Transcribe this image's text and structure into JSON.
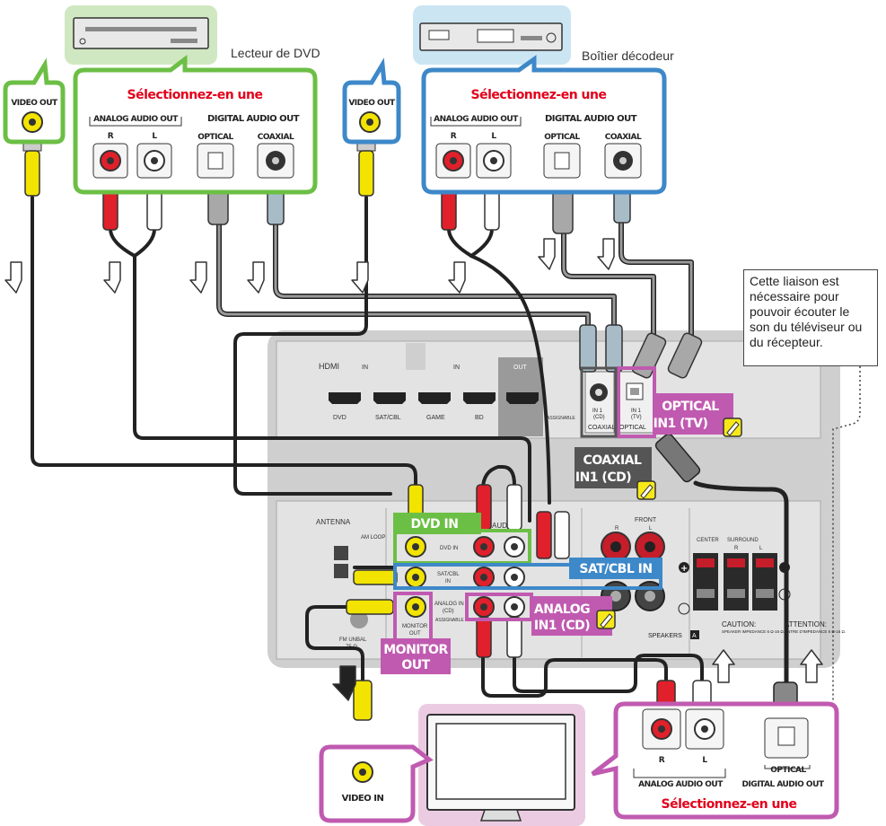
{
  "sources": {
    "dvd": {
      "name": "Lecteur de DVD",
      "video_out": "VIDEO OUT",
      "select_one": "Sélectionnez-en une",
      "analog_audio_out": "ANALOG AUDIO OUT",
      "digital_audio_out": "DIGITAL AUDIO OUT",
      "right": "R",
      "left": "L",
      "optical": "OPTICAL",
      "coaxial": "COAXIAL"
    },
    "decoder": {
      "name": "Boîtier décodeur",
      "video_out": "VIDEO OUT",
      "select_one": "Sélectionnez-en une",
      "analog_audio_out": "ANALOG AUDIO OUT",
      "digital_audio_out": "DIGITAL AUDIO OUT",
      "right": "R",
      "left": "L",
      "optical": "OPTICAL",
      "coaxial": "COAXIAL"
    }
  },
  "receiver": {
    "hdmi": "HDMI",
    "in_a": "IN",
    "in_b": "IN",
    "out": "OUT",
    "hdmi_ports": [
      "DVD",
      "SAT/CBL",
      "GAME",
      "BD"
    ],
    "assignable": "ASSIGNABLE",
    "coax_port_line1": "IN 1",
    "coax_port_line2": "(CD)",
    "coaxial": "COAXIAL",
    "opt_port_line1": "IN 1",
    "opt_port_line2": "(TV)",
    "optical": "OPTICAL",
    "antenna": "ANTENNA",
    "am_loop": "AM LOOP",
    "fm": "FM UNBAL",
    "ohm": "75 Ω",
    "dvd_in_small": "DVD IN",
    "satcbl_small_1": "SAT/CBL",
    "satcbl_small_2": "IN",
    "analog_in_small_1": "ANALOG IN",
    "analog_in_small_2": "(CD)",
    "assignable_small": "ASSIGNABLE",
    "monitor_small_1": "MONITOR",
    "monitor_small_2": "OUT",
    "audio_small": "AUDI",
    "front": "FRONT",
    "front_r": "R",
    "front_l": "L",
    "center": "CENTER",
    "surround": "SURROUND",
    "surround_r": "R",
    "surround_l": "L",
    "caution": "CAUTION:",
    "caution_sub": "SPEAKER IMPEDANCE 6 Ω-16 Ω.",
    "attention": "ATTENTION:",
    "attention_sub": "ENTRE D'IMPEDANCE 6 Ω-16 Ω.",
    "speakers": "SPEAKERS",
    "speakers_a": "A"
  },
  "labels": {
    "optical_in1_tv_l1": "OPTICAL",
    "optical_in1_tv_l2": "IN1 (TV)",
    "coaxial_in1_cd_l1": "COAXIAL",
    "coaxial_in1_cd_l2": "IN1 (CD)",
    "dvd_in": "DVD IN",
    "satcbl_in": "SAT/CBL IN",
    "analog_in1_cd_l1": "ANALOG",
    "analog_in1_cd_l2": "IN1 (CD)",
    "monitor_out_l1": "MONITOR",
    "monitor_out_l2": "OUT"
  },
  "note": "Cette liaison est nécessaire pour pouvoir écouter le son du téléviseur ou du récepteur.",
  "tv": {
    "video_in": "VIDEO IN",
    "analog_audio_out": "ANALOG AUDIO OUT",
    "digital_audio_out": "DIGITAL AUDIO OUT",
    "optical": "OPTICAL",
    "right": "R",
    "left": "L",
    "select_one": "Sélectionnez-en une"
  },
  "colors": {
    "green": "#6cbf45",
    "blue": "#3d88c8",
    "magenta": "#c05ab0",
    "red_text": "#e3001b",
    "dark_label": "#555555",
    "yellow_plug": "#f2e400",
    "red_plug": "#e0202a",
    "grey_panel": "#d6d6d6"
  }
}
